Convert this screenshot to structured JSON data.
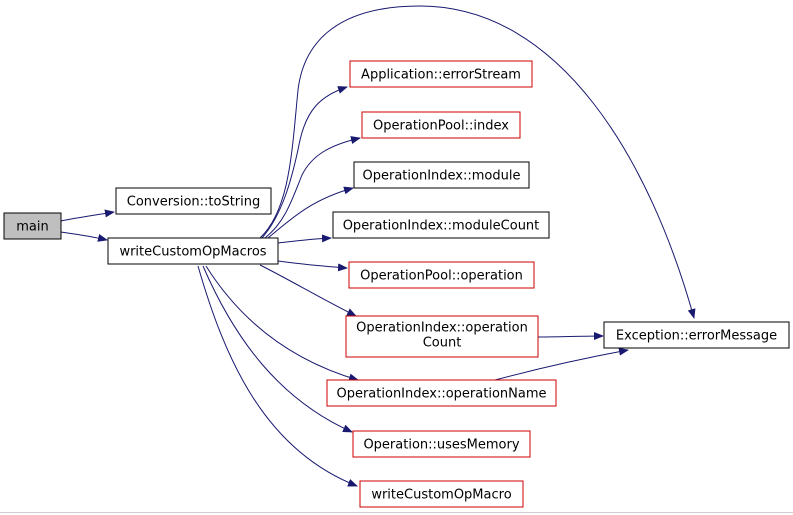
{
  "colors": {
    "edge": "#191970",
    "border_plain": "#000000",
    "border_red": "#cc0000",
    "main_fill": "#bfbfbf",
    "node_fill": "#ffffff"
  },
  "nodes": {
    "main": {
      "label": "main",
      "style": "current"
    },
    "conversion_tostring": {
      "label": "Conversion::toString",
      "style": "plain"
    },
    "write_custom_op_macros": {
      "label": "writeCustomOpMacros",
      "style": "plain"
    },
    "application_errorstream": {
      "label": "Application::errorStream",
      "style": "red"
    },
    "operationpool_index": {
      "label": "OperationPool::index",
      "style": "red"
    },
    "operationindex_module": {
      "label": "OperationIndex::module",
      "style": "plain"
    },
    "operationindex_modulecount": {
      "label": "OperationIndex::moduleCount",
      "style": "plain"
    },
    "operationpool_operation": {
      "label": "OperationPool::operation",
      "style": "red"
    },
    "operationindex_operationcount": {
      "label_line1": "OperationIndex::operation",
      "label_line2": "Count",
      "style": "red"
    },
    "operationindex_operationname": {
      "label": "OperationIndex::operationName",
      "style": "red"
    },
    "operation_usesmemory": {
      "label": "Operation::usesMemory",
      "style": "red"
    },
    "write_custom_op_macro": {
      "label": "writeCustomOpMacro",
      "style": "red"
    },
    "exception_errormessage": {
      "label": "Exception::errorMessage",
      "style": "plain"
    }
  },
  "edges": [
    {
      "from": "main",
      "to": "conversion_tostring"
    },
    {
      "from": "main",
      "to": "write_custom_op_macros"
    },
    {
      "from": "write_custom_op_macros",
      "to": "application_errorstream"
    },
    {
      "from": "write_custom_op_macros",
      "to": "operationpool_index"
    },
    {
      "from": "write_custom_op_macros",
      "to": "operationindex_module"
    },
    {
      "from": "write_custom_op_macros",
      "to": "operationindex_modulecount"
    },
    {
      "from": "write_custom_op_macros",
      "to": "operationpool_operation"
    },
    {
      "from": "write_custom_op_macros",
      "to": "operationindex_operationcount"
    },
    {
      "from": "write_custom_op_macros",
      "to": "operationindex_operationname"
    },
    {
      "from": "write_custom_op_macros",
      "to": "operation_usesmemory"
    },
    {
      "from": "write_custom_op_macros",
      "to": "write_custom_op_macro"
    },
    {
      "from": "write_custom_op_macros",
      "to": "exception_errormessage"
    },
    {
      "from": "operationindex_operationcount",
      "to": "exception_errormessage"
    },
    {
      "from": "operationindex_operationname",
      "to": "exception_errormessage"
    }
  ]
}
